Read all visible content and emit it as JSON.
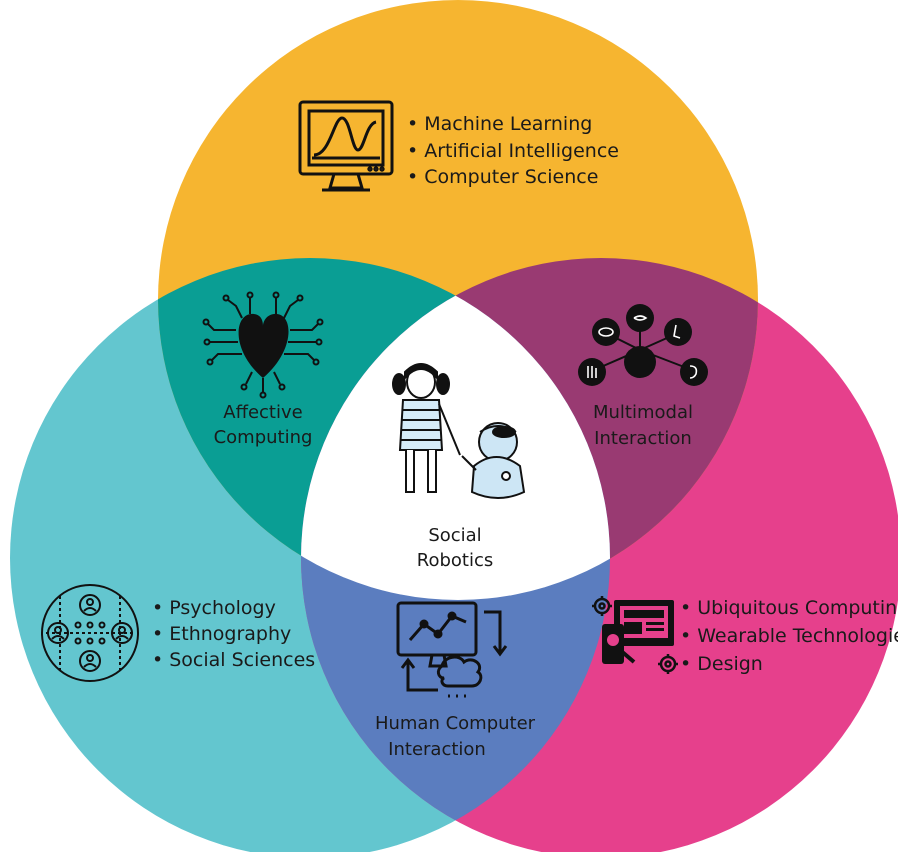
{
  "colors": {
    "top": "#F6B530",
    "left": "#63C6CF",
    "right": "#E6408C",
    "top_left": "#0A9E94",
    "top_right": "#993A72",
    "left_right": "#5B7DBF",
    "center": "#FFFFFF"
  },
  "top": {
    "icon": "monitor-chart-icon",
    "items": [
      "• Machine Learning",
      "• Artificial Intelligence",
      "• Computer Science"
    ]
  },
  "left": {
    "icon": "people-network-icon",
    "items": [
      "• Psychology",
      "• Ethnography",
      "• Social Sciences"
    ]
  },
  "right": {
    "icon": "devices-gears-icon",
    "items": [
      "• Ubiquitous Computing",
      "• Wearable Technologies",
      "• Design"
    ]
  },
  "affective": {
    "icon": "circuit-heart-icon",
    "line1": "Affective",
    "line2": "Computing"
  },
  "multimodal": {
    "icon": "senses-network-icon",
    "line1": "Multimodal",
    "line2": "Interaction"
  },
  "hci": {
    "icon": "monitor-cloud-cycle-icon",
    "line1": "Human Computer",
    "line2": "Interaction"
  },
  "center": {
    "icon": "girl-and-robot-icon",
    "line1": "Social",
    "line2": "Robotics"
  }
}
